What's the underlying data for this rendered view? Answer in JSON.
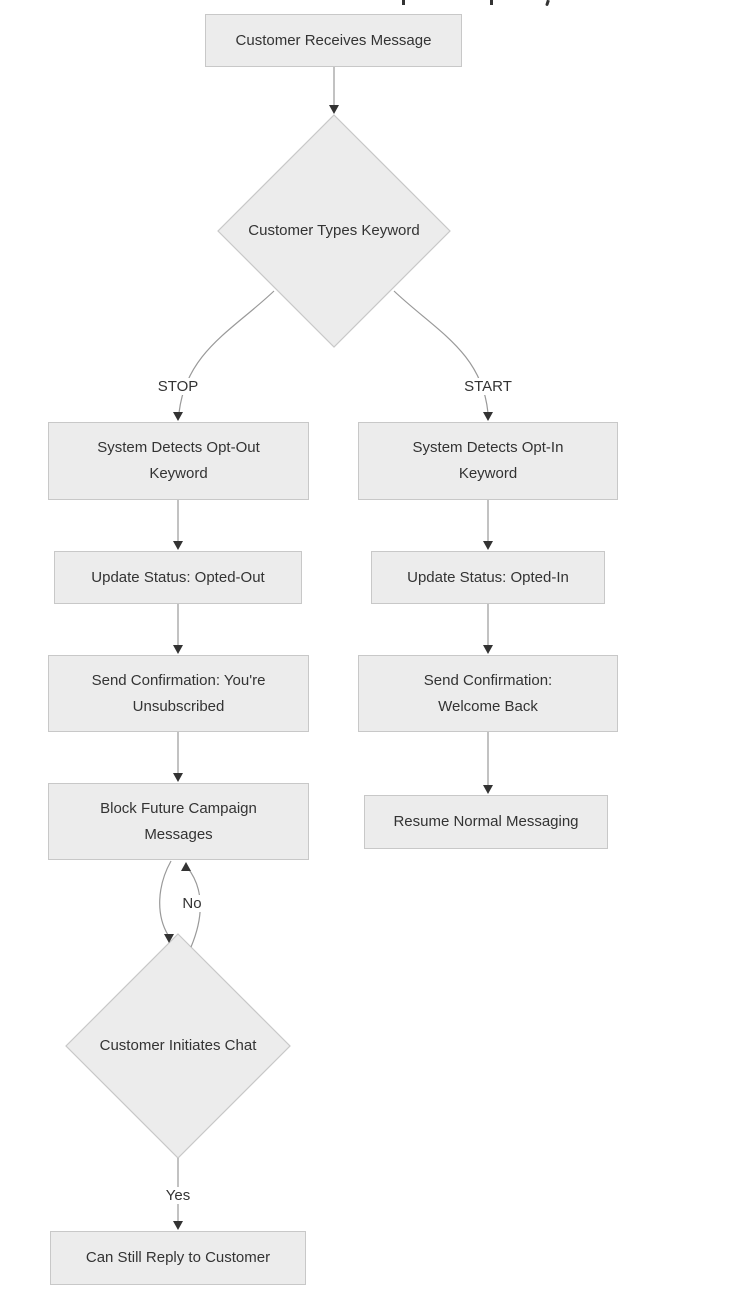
{
  "diagram": {
    "type": "flowchart",
    "direction": "top-down",
    "clipped_heading_note": "A title line is cut off at the top edge of the screenshot; only three letter descenders are visible",
    "nodes": {
      "receives_message": {
        "shape": "rectangle",
        "label": "Customer Receives Message"
      },
      "types_keyword": {
        "shape": "diamond",
        "label": "Customer Types Keyword"
      },
      "detects_opt_out": {
        "shape": "rectangle",
        "label": "System Detects Opt-Out\nKeyword"
      },
      "status_opted_out": {
        "shape": "rectangle",
        "label": "Update Status: Opted-Out"
      },
      "confirm_unsubscribed": {
        "shape": "rectangle",
        "label": "Send Confirmation: You're\nUnsubscribed"
      },
      "block_campaigns": {
        "shape": "rectangle",
        "label": "Block Future Campaign\nMessages"
      },
      "initiates_chat": {
        "shape": "diamond",
        "label": "Customer Initiates Chat"
      },
      "can_reply": {
        "shape": "rectangle",
        "label": "Can Still Reply to Customer"
      },
      "detects_opt_in": {
        "shape": "rectangle",
        "label": "System Detects Opt-In\nKeyword"
      },
      "status_opted_in": {
        "shape": "rectangle",
        "label": "Update Status: Opted-In"
      },
      "confirm_welcome": {
        "shape": "rectangle",
        "label": "Send Confirmation:\nWelcome Back"
      },
      "resume_messaging": {
        "shape": "rectangle",
        "label": "Resume Normal Messaging"
      }
    },
    "edges": [
      {
        "from": "receives_message",
        "to": "types_keyword",
        "label": ""
      },
      {
        "from": "types_keyword",
        "to": "detects_opt_out",
        "label": "STOP"
      },
      {
        "from": "types_keyword",
        "to": "detects_opt_in",
        "label": "START"
      },
      {
        "from": "detects_opt_out",
        "to": "status_opted_out",
        "label": ""
      },
      {
        "from": "status_opted_out",
        "to": "confirm_unsubscribed",
        "label": ""
      },
      {
        "from": "confirm_unsubscribed",
        "to": "block_campaigns",
        "label": ""
      },
      {
        "from": "block_campaigns",
        "to": "initiates_chat",
        "label": ""
      },
      {
        "from": "initiates_chat",
        "to": "block_campaigns",
        "label": "No"
      },
      {
        "from": "initiates_chat",
        "to": "can_reply",
        "label": "Yes"
      },
      {
        "from": "detects_opt_in",
        "to": "status_opted_in",
        "label": ""
      },
      {
        "from": "status_opted_in",
        "to": "confirm_welcome",
        "label": ""
      },
      {
        "from": "confirm_welcome",
        "to": "resume_messaging",
        "label": ""
      }
    ],
    "colors": {
      "edge_line": "#999999",
      "arrowhead": "#333333",
      "node_fill": "#ececec",
      "node_border": "#c8c8c8",
      "text_color": "#333333"
    }
  }
}
